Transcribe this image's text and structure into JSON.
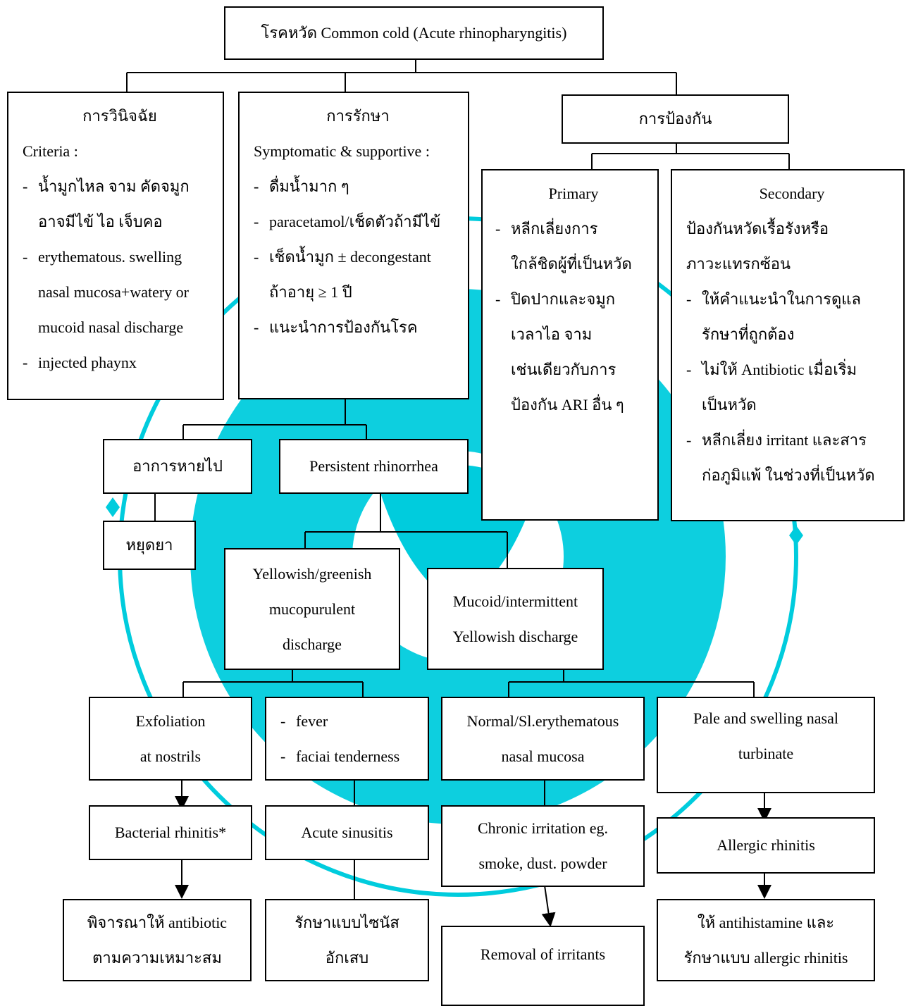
{
  "title": "โรคหวัด Common cold (Acute rhinopharyngitis)",
  "diagnosis": {
    "heading": "การวินิจฉัย",
    "criteria_label": "Criteria  :",
    "items": [
      [
        "น้ำมูกไหล จาม คัดจมูก",
        "อาจมีไข้ ไอ เจ็บคอ"
      ],
      [
        "erythematous. swelling",
        "nasal mucosa+watery or",
        "mucoid nasal discharge"
      ],
      [
        "injected phaynx"
      ]
    ]
  },
  "treatment": {
    "heading": "การรักษา",
    "intro": "Symptomatic & supportive :",
    "items": [
      [
        "ดื่มน้ำมาก ๆ"
      ],
      [
        "paracetamol/เช็ดตัวถ้ามีไข้"
      ],
      [
        "เช็ดน้ำมูก ± decongestant",
        "ถ้าอายุ ≥ 1 ปี"
      ],
      [
        "แนะนำการป้องกันโรค"
      ]
    ]
  },
  "prevention": {
    "heading": "การป้องกัน",
    "primary": {
      "heading": "Primary",
      "items": [
        [
          "หลีกเลี่ยงการ",
          "ใกล้ชิดผู้ที่เป็นหวัด"
        ],
        [
          "ปิดปากและจมูก",
          "เวลาไอ  จาม",
          "เช่นเดียวกับการ",
          "ป้องกัน ARI อื่น ๆ"
        ]
      ]
    },
    "secondary": {
      "heading": "Secondary",
      "intro": [
        "ป้องกันหวัดเรื้อรังหรือ",
        "ภาวะแทรกซ้อน"
      ],
      "items": [
        [
          "ให้คำแนะนำในการดูแล",
          "รักษาที่ถูกต้อง"
        ],
        [
          "ไม่ให้ Antibiotic เมื่อเริ่ม",
          "เป็นหวัด"
        ],
        [
          "หลีกเลี่ยง irritant และสาร",
          "ก่อภูมิแพ้ ในช่วงที่เป็นหวัด"
        ]
      ]
    }
  },
  "nodes": {
    "symptoms_gone": "อาการหายไป",
    "stop_drug": "หยุดยา",
    "persistent": "Persistent rhinorrhea",
    "mucopurulent": [
      "Yellowish/greenish",
      "mucopurulent",
      "discharge"
    ],
    "mucoid": [
      "Mucoid/intermittent",
      "Yellowish discharge"
    ],
    "exfoliation": [
      "Exfoliation",
      "at nostrils"
    ],
    "fever_items": [
      "fever",
      "faciai tenderness"
    ],
    "normal_mucosa": [
      "Normal/Sl.erythematous",
      "nasal  mucosa"
    ],
    "pale_turbinate": [
      "Pale and swelling nasal",
      "turbinate"
    ],
    "bacterial": "Bacterial rhinitis*",
    "sinusitis": "Acute sinusitis",
    "chronic": [
      "Chronic irritation eg.",
      "smoke, dust. powder"
    ],
    "allergic": "Allergic rhinitis",
    "antibiotic": [
      "พิจารณาให้ antibiotic",
      "ตามความเหมาะสม"
    ],
    "sinus_treat": [
      "รักษาแบบไซนัส",
      "อักเสบ"
    ],
    "removal": "Removal of irritants",
    "antihistamine": [
      "ให้ antihistamine และ",
      "รักษาแบบ allergic rhinitis"
    ]
  },
  "colors": {
    "watermark": "#00ccdd",
    "border": "#000000"
  }
}
